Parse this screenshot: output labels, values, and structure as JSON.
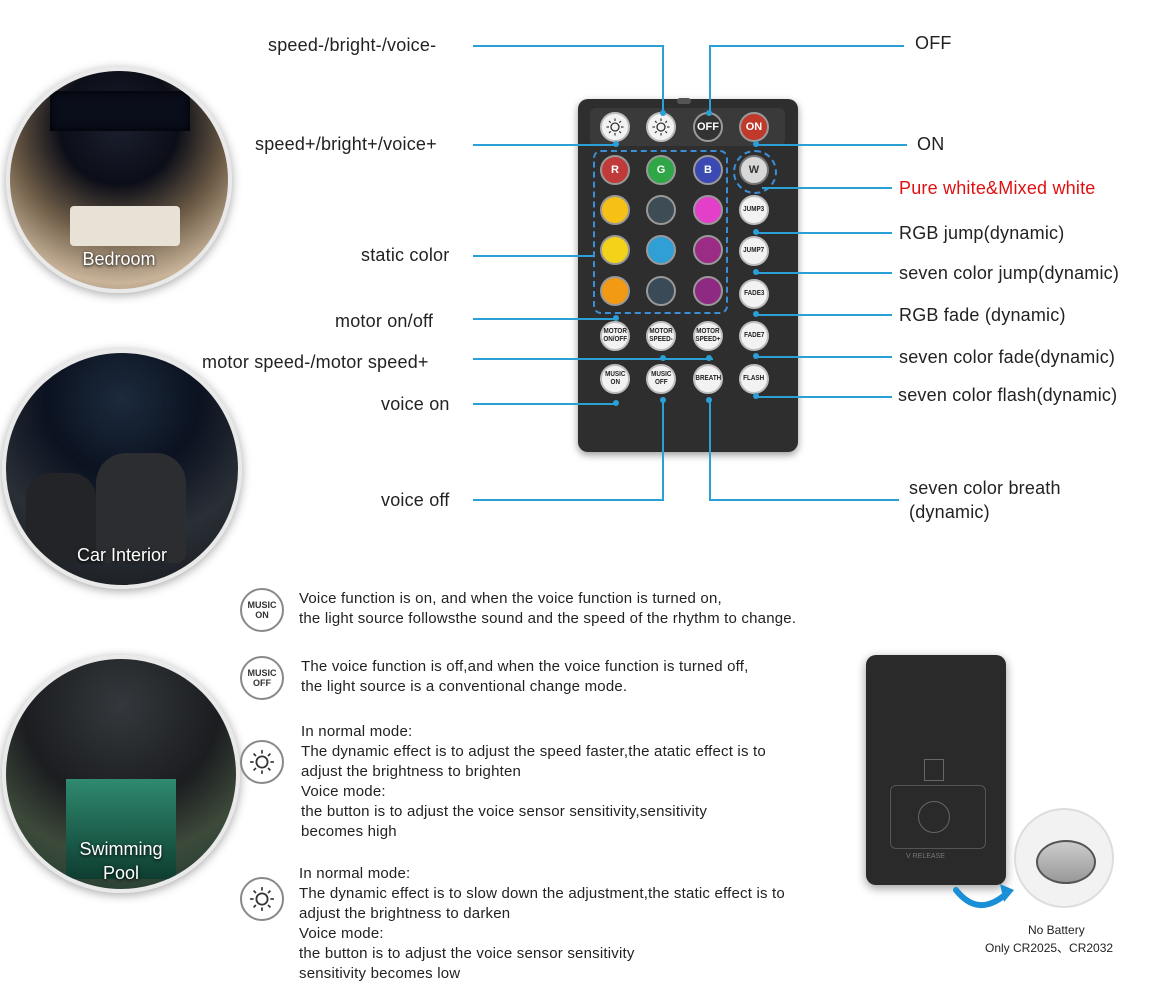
{
  "scenes": [
    {
      "caption": "Bedroom"
    },
    {
      "caption": "Car Interior"
    },
    {
      "caption": "Swimming\nPool"
    }
  ],
  "remote": {
    "top_row": [
      {
        "icon": "brightness-down-icon"
      },
      {
        "icon": "brightness-up-icon"
      },
      {
        "label": "OFF"
      },
      {
        "label": "ON"
      }
    ],
    "rgbw": [
      "R",
      "G",
      "B",
      "W"
    ],
    "side_buttons": [
      "JUMP3",
      "JUMP7",
      "FADE3",
      "FADE7",
      "FLASH"
    ],
    "motor_buttons": [
      [
        "MOTOR",
        "ON/OFF"
      ],
      [
        "MOTOR",
        "SPEED-"
      ],
      [
        "MOTOR",
        "SPEED+"
      ]
    ],
    "music_buttons": [
      [
        "MUSIC",
        "ON"
      ],
      [
        "MUSIC",
        "OFF"
      ],
      [
        "BREATH",
        ""
      ]
    ],
    "colors": {
      "static": [
        "#f6c114",
        "#3e4c56",
        "#e33fc9",
        "#f3d21a",
        "#2f9fd6",
        "#9c2b86",
        "#f39a15",
        "#3a4b57",
        "#8e2a82"
      ],
      "R": "#c03a3a",
      "G": "#2fa746",
      "B": "#3b4ab3",
      "W": "#d8d8d8",
      "OFF": "#333333",
      "ON": "#c0392b"
    }
  },
  "labels": {
    "speed_minus": "speed-/bright-/voice-",
    "speed_plus": "speed+/bright+/voice+",
    "static_color": "static color",
    "motor_onoff": "motor on/off",
    "motor_speed": "motor speed-/motor speed+",
    "voice_on": "voice on",
    "voice_off": "voice off",
    "off": "OFF",
    "on": "ON",
    "pure_white": "Pure white&Mixed white",
    "rgb_jump": "RGB jump(dynamic)",
    "seven_jump": "seven color jump(dynamic)",
    "rgb_fade": "RGB fade (dynamic)",
    "seven_fade": "seven color fade(dynamic)",
    "seven_flash": "seven color flash(dynamic)",
    "seven_breath_1": "seven color breath",
    "seven_breath_2": "(dynamic)"
  },
  "legend": [
    {
      "icon": [
        "MUSIC",
        "ON"
      ],
      "lines": [
        "Voice function is on, and when the voice function is turned on,",
        "the light source followsthe sound and the speed of the rhythm to change."
      ]
    },
    {
      "icon": [
        "MUSIC",
        "OFF"
      ],
      "lines": [
        "The voice function is off,and when the voice function is turned off,",
        "the light source is a conventional change mode."
      ]
    },
    {
      "icon": [
        "brightness-up-icon"
      ],
      "lines": [
        "In normal mode:",
        "The dynamic effect is to adjust the speed faster,the atatic effect is to",
        "adjust the brightness to brighten",
        "Voice mode:",
        "the button is to adjust the voice sensor sensitivity,sensitivity",
        "becomes high"
      ]
    },
    {
      "icon": [
        "brightness-down-icon"
      ],
      "lines": [
        "In normal mode:",
        "The dynamic effect is to slow down the adjustment,the static effect is to",
        "adjust the brightness to darken",
        "Voice mode:",
        "the button is to adjust the voice sensor sensitivity",
        "sensitivity becomes low"
      ]
    }
  ],
  "battery": {
    "note_1": "No Battery",
    "note_2": "Only CR2025、CR2032",
    "release": "V RELEASE"
  }
}
